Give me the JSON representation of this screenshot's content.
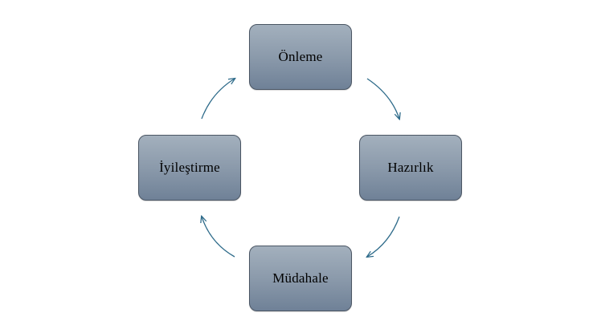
{
  "diagram": {
    "nodes": [
      {
        "id": "onleme",
        "label": "Önleme"
      },
      {
        "id": "hazirlik",
        "label": "Hazırlık"
      },
      {
        "id": "mudahale",
        "label": "Müdahale"
      },
      {
        "id": "iyilestirme",
        "label": "İyileştirme"
      }
    ],
    "edges": [
      {
        "from": "onleme",
        "to": "hazirlik"
      },
      {
        "from": "hazirlik",
        "to": "mudahale"
      },
      {
        "from": "mudahale",
        "to": "iyilestirme"
      },
      {
        "from": "iyilestirme",
        "to": "onleme"
      }
    ],
    "colors": {
      "node_fill_top": "#a3b0bd",
      "node_fill_bottom": "#6f8197",
      "node_border": "#4a5563",
      "arrow": "#2e6b8a"
    }
  }
}
